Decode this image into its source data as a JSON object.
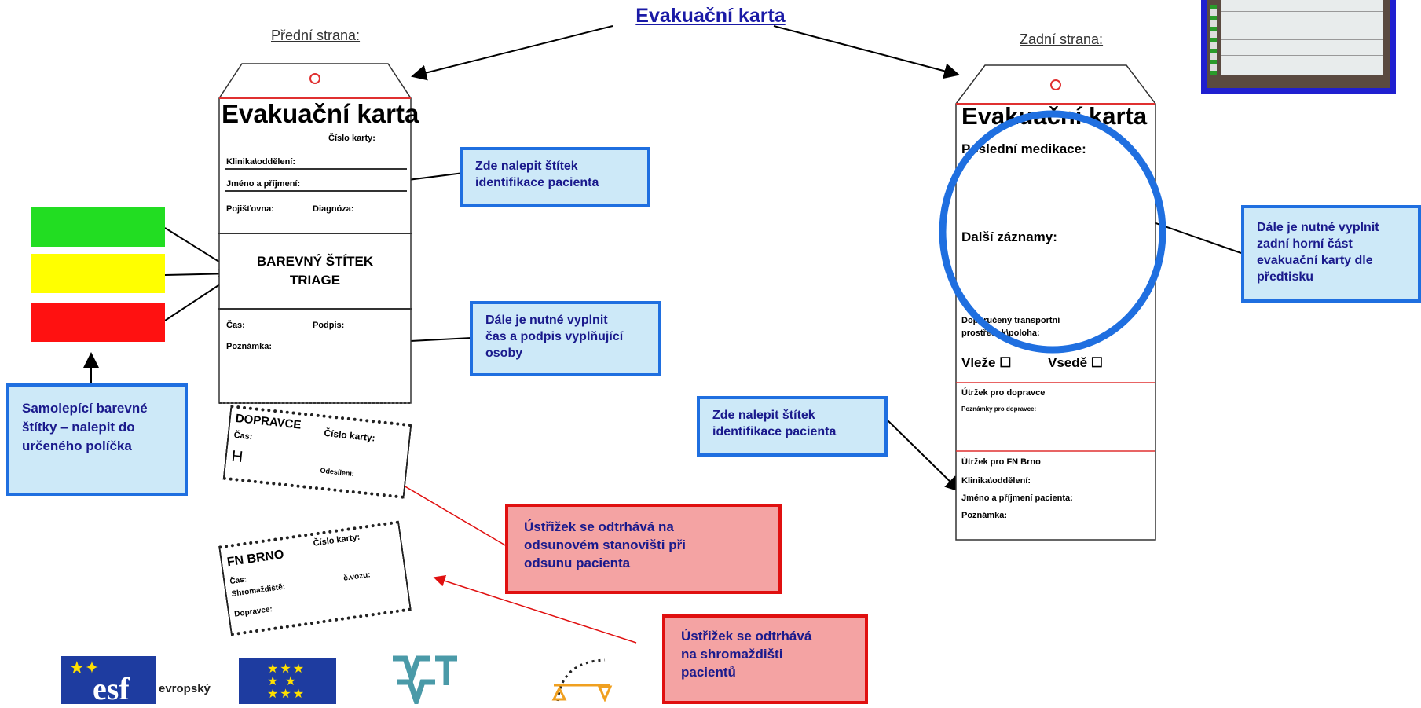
{
  "title": "Evakuační karta",
  "front": {
    "label": "Přední strana:",
    "card_title": "Evakuační karta",
    "card_number": "Číslo karty:",
    "department": "Klinika\\oddělení:",
    "name": "Jméno a příjmení:",
    "insurance": "Pojišťovna:",
    "diagnosis": "Diagnóza:",
    "triage_line1": "BAREVNÝ ŠTÍTEK",
    "triage_line2": "TRIAGE",
    "time": "Čas:",
    "signature": "Podpis:",
    "note": "Poznámka:"
  },
  "slip1": {
    "title": "DOPRAVCE",
    "card_number": "Číslo karty:",
    "time": "Čas:",
    "h": "H",
    "sender": "Odesílení:"
  },
  "slip2": {
    "title": "FN BRNO",
    "card_number": "Číslo karty:",
    "time": "Čas:",
    "assembly": "Shromaždiště:",
    "vehicle": "č.vozu:",
    "carrier": "Dopravce:"
  },
  "back": {
    "label": "Zadní strana:",
    "card_title": "Evakuační karta",
    "last_medication": "Poslední medikace:",
    "other_records": "Další záznamy:",
    "transport_line1": "Doporučený transportní",
    "transport_line2": "prostředek\\poloha:",
    "lying": "Vleže ☐",
    "sitting": "Vsedě ☐",
    "carrier_slip": "Útržek pro dopravce",
    "carrier_notes": "Poznámky pro dopravce:",
    "fn_slip": "Útržek pro FN Brno",
    "department": "Klinika\\oddělení:",
    "patient_name": "Jméno a příjmení pacienta:",
    "note": "Poznámka:"
  },
  "callouts": {
    "label_patient_front_1": "Zde nalepit štítek",
    "label_patient_front_2": "identifikace pacienta",
    "time_sign_1": "Dále je nutné vyplnit",
    "time_sign_2": "čas a podpis vyplňující",
    "time_sign_3": "osoby",
    "stickers_1": "Samolepící barevné",
    "stickers_2": "štítky – nalepit do",
    "stickers_3": "určeného políčka",
    "back_fill_1": "Dále je nutné vyplnit",
    "back_fill_2": "zadní horní  část",
    "back_fill_3": "evakuační karty dle",
    "back_fill_4": "předtisku",
    "label_patient_back_1": "Zde nalepit štítek",
    "label_patient_back_2": "identifikace pacienta",
    "slip_transport_1": "Ústřižek se odtrhává na",
    "slip_transport_2": "odsunovém stanovišti při",
    "slip_transport_3": "odsunu pacienta",
    "slip_assembly_1": "Ústřižek se odtrhává",
    "slip_assembly_2": "na shromaždišti",
    "slip_assembly_3": "pacientů"
  },
  "triage_colors": [
    "#22dd22",
    "#ffff00",
    "#ff1111"
  ],
  "logos": {
    "esf_text": "evropský"
  }
}
